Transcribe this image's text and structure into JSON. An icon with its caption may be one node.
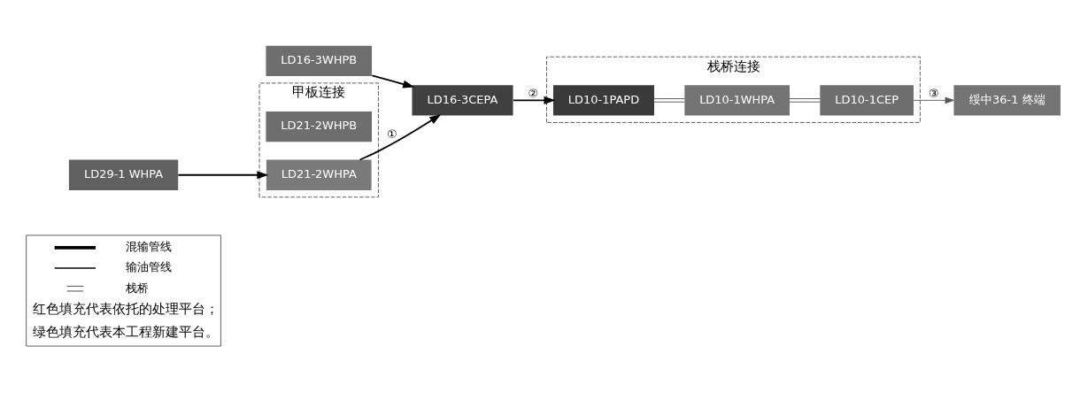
{
  "diagram": {
    "nodes": [
      {
        "text": [
          "甲板连接"
        ]
      },
      {
        "text": [
          "LD21-2WHPB"
        ],
        "in": 0
      },
      {
        "text": [
          "LD21-2WHPA"
        ],
        "in": 0
      },
      {
        "text": [
          "LD29-1 WHPA"
        ]
      },
      {
        "text": [
          "LD16-3WHPB"
        ]
      },
      {
        "text": [
          "LD16-3CEPA"
        ]
      },
      {
        "text": [
          "栈桥连接"
        ]
      },
      {
        "text": [
          "LD10-1PAPD"
        ],
        "in": 6
      },
      {
        "text": [
          "LD10-1WHPA"
        ],
        "in": 6
      },
      {
        "text": [
          "LD10-1CEP"
        ],
        "in": 6
      },
      {
        "text": [
          "绥中36-1 终端"
        ]
      }
    ],
    "edges": [
      {
        "from": 3,
        "to": 2,
        "arrow": "to"
      },
      {
        "from": 2,
        "to": 5,
        "arrow": "to",
        "label": "①"
      },
      {
        "from": 4,
        "to": 5,
        "arrow": "to"
      },
      {
        "from": 5,
        "to": 7,
        "arrow": "to",
        "label": "②"
      },
      {
        "from": 7,
        "to": 8,
        "arrow": "none",
        "color": "#555555"
      },
      {
        "from": 8,
        "to": 9,
        "arrow": "none",
        "color": "#555555"
      },
      {
        "from": 9,
        "to": 10,
        "arrow": "to",
        "label": "③",
        "color": "#555555"
      }
    ],
    "labels": [
      "红色填充代表依托的处理平台；",
      "绿色填充代表本工程新建平台。"
    ],
    "legend": [
      {
        "text": "混输管线"
      },
      {
        "text": "输油管线"
      },
      {
        "text": "栈桥"
      }
    ]
  }
}
